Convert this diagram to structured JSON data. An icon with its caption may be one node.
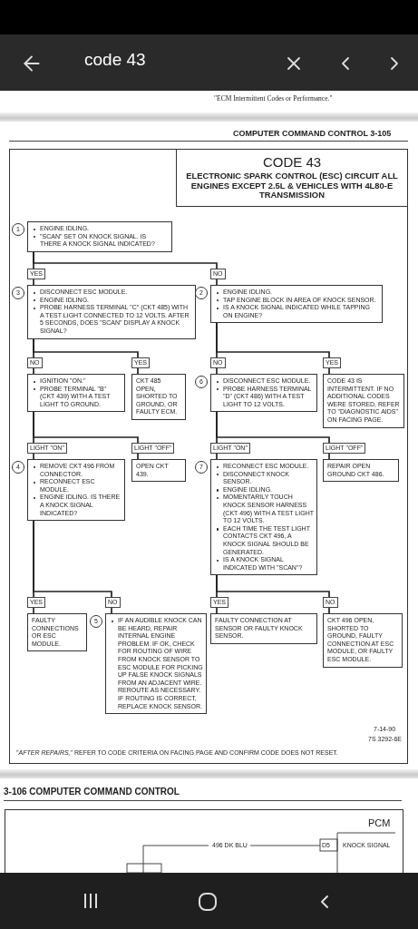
{
  "diagram": {
    "nodes": [
      {
        "text": [
          "CODE 43",
          "ELECTRONIC SPARK CONTROL (ESC) CIRCUIT ALL ENGINES EXCEPT 2.5L & VEHICLES WITH 4L80-E TRANSMISSION"
        ]
      },
      {
        "text": [
          "ENGINE IDLING.",
          "\"SCAN\" SET ON KNOCK SIGNAL. IS THERE A KNOCK SIGNAL INDICATED?"
        ],
        "beside": [
          "1"
        ]
      },
      {
        "text": [
          "DISCONNECT ESC MODULE.",
          "ENGINE IDLING.",
          "PROBE HARNESS TERMINAL \"C\" (CKT 485) WITH A TEST LIGHT CONNECTED TO 12 VOLTS. AFTER 5 SECONDS, DOES \"SCAN\" DISPLAY A KNOCK SIGNAL?"
        ],
        "beside": [
          "3"
        ]
      },
      {
        "text": [
          "ENGINE IDLING.",
          "TAP ENGINE BLOCK IN AREA OF KNOCK SENSOR.",
          "IS A KNOCK SIGNAL INDICATED WHILE TAPPING ON ENGINE?"
        ],
        "beside": [
          "2"
        ]
      },
      {
        "text": [
          "IGNITION \"ON.\"",
          "PROBE TERMINAL \"B\" (CKT 439) WITH A TEST LIGHT TO GROUND."
        ]
      },
      {
        "text": [
          "CKT 485 OPEN, SHORTED TO GROUND, OR FAULTY ECM."
        ]
      },
      {
        "text": [
          "DISCONNECT ESC MODULE.",
          "PROBE HARNESS TERMINAL \"D\" (CKT 486) WITH A TEST LIGHT TO 12 VOLTS."
        ],
        "beside": [
          "6"
        ]
      },
      {
        "text": [
          "CODE 43 IS INTERMITTENT. IF NO ADDITIONAL CODES WERE STORED, REFER TO \"DIAGNOSTIC AIDS\" ON FACING PAGE."
        ]
      },
      {
        "text": [
          "REMOVE CKT 496 FROM CONNECTOR.",
          "RECONNECT ESC MODULE.",
          "ENGINE IDLING. IS THERE A KNOCK SIGNAL INDICATED?"
        ],
        "beside": [
          "4"
        ]
      },
      {
        "text": [
          "OPEN CKT 439."
        ]
      },
      {
        "text": [
          "RECONNECT ESC MODULE.",
          "DISCONNECT KNOCK SENSOR.",
          "ENGINE IDLING.",
          "MOMENTARILY TOUCH KNOCK SENSOR HARNESS (CKT 496) WITH A TEST LIGHT TO 12 VOLTS.",
          "EACH TIME THE TEST LIGHT CONTACTS CKT 496, A KNOCK SIGNAL SHOULD BE GENERATED.",
          "IS A KNOCK SIGNAL INDICATED WITH \"SCAN\"?"
        ],
        "beside": [
          "7"
        ]
      },
      {
        "text": [
          "REPAIR OPEN GROUND CKT 486."
        ]
      },
      {
        "text": [
          "FAULTY CONNECTIONS OR ESC MODULE."
        ]
      },
      {
        "text": [
          "IF AN AUDIBLE KNOCK CAN BE HEARD, REPAIR INTERNAL ENGINE PROBLEM. IF OK, CHECK FOR ROUTING OF WIRE FROM KNOCK SENSOR TO ESC MODULE FOR PICKING UP FALSE KNOCK SIGNALS FROM AN ADJACENT WIRE. REROUTE AS NECESSARY. IF ROUTING IS CORRECT, REPLACE KNOCK SENSOR."
        ],
        "beside": [
          "5"
        ]
      },
      {
        "text": [
          "FAULTY CONNECTION AT SENSOR OR FAULTY KNOCK SENSOR."
        ]
      },
      {
        "text": [
          "CKT 496 OPEN, SHORTED TO GROUND, FAULTY CONNECTION AT ESC MODULE, OR FAULTY ESC MODULE."
        ]
      }
    ],
    "edges": [
      {
        "from": 1,
        "to": 2,
        "arrow": "none",
        "label": "YES"
      },
      {
        "from": 1,
        "to": 3,
        "arrow": "none",
        "label": "NO"
      },
      {
        "from": 2,
        "to": 4,
        "arrow": "none",
        "label": "NO"
      },
      {
        "from": 2,
        "to": 5,
        "arrow": "none",
        "label": "YES"
      },
      {
        "from": 3,
        "to": 6,
        "arrow": "none",
        "label": "NO"
      },
      {
        "from": 3,
        "to": 7,
        "arrow": "none",
        "label": "YES"
      },
      {
        "from": 4,
        "to": 8,
        "arrow": "none",
        "label": "LIGHT \"ON\""
      },
      {
        "from": 4,
        "to": 9,
        "arrow": "none",
        "label": "LIGHT \"OFF\""
      },
      {
        "from": 6,
        "to": 10,
        "arrow": "none",
        "label": "LIGHT \"ON\""
      },
      {
        "from": 6,
        "to": 11,
        "arrow": "none",
        "label": "LIGHT \"OFF\""
      },
      {
        "from": 8,
        "to": 12,
        "arrow": "none",
        "label": "YES"
      },
      {
        "from": 8,
        "to": 13,
        "arrow": "none",
        "label": "NO"
      },
      {
        "from": 10,
        "to": 14,
        "arrow": "none",
        "label": "YES"
      },
      {
        "from": 10,
        "to": 15,
        "arrow": "none",
        "label": "NO"
      }
    ],
    "labels": [
      "code 43",
      "\"ECM Intermittent Codes or Performance.\"",
      "COMPUTER COMMAND CONTROL 3-105",
      "\"*AFTER REPAIRS,*\" REFER TO CODE CRITERIA ON FACING PAGE AND CONFIRM CODE DOES NOT RESET.",
      "7-14-90",
      "7S 3292-6E",
      "3-106 COMPUTER COMMAND CONTROL",
      "PCM",
      "496 DK BLU",
      "D5",
      "KNOCK SIGNAL"
    ]
  }
}
